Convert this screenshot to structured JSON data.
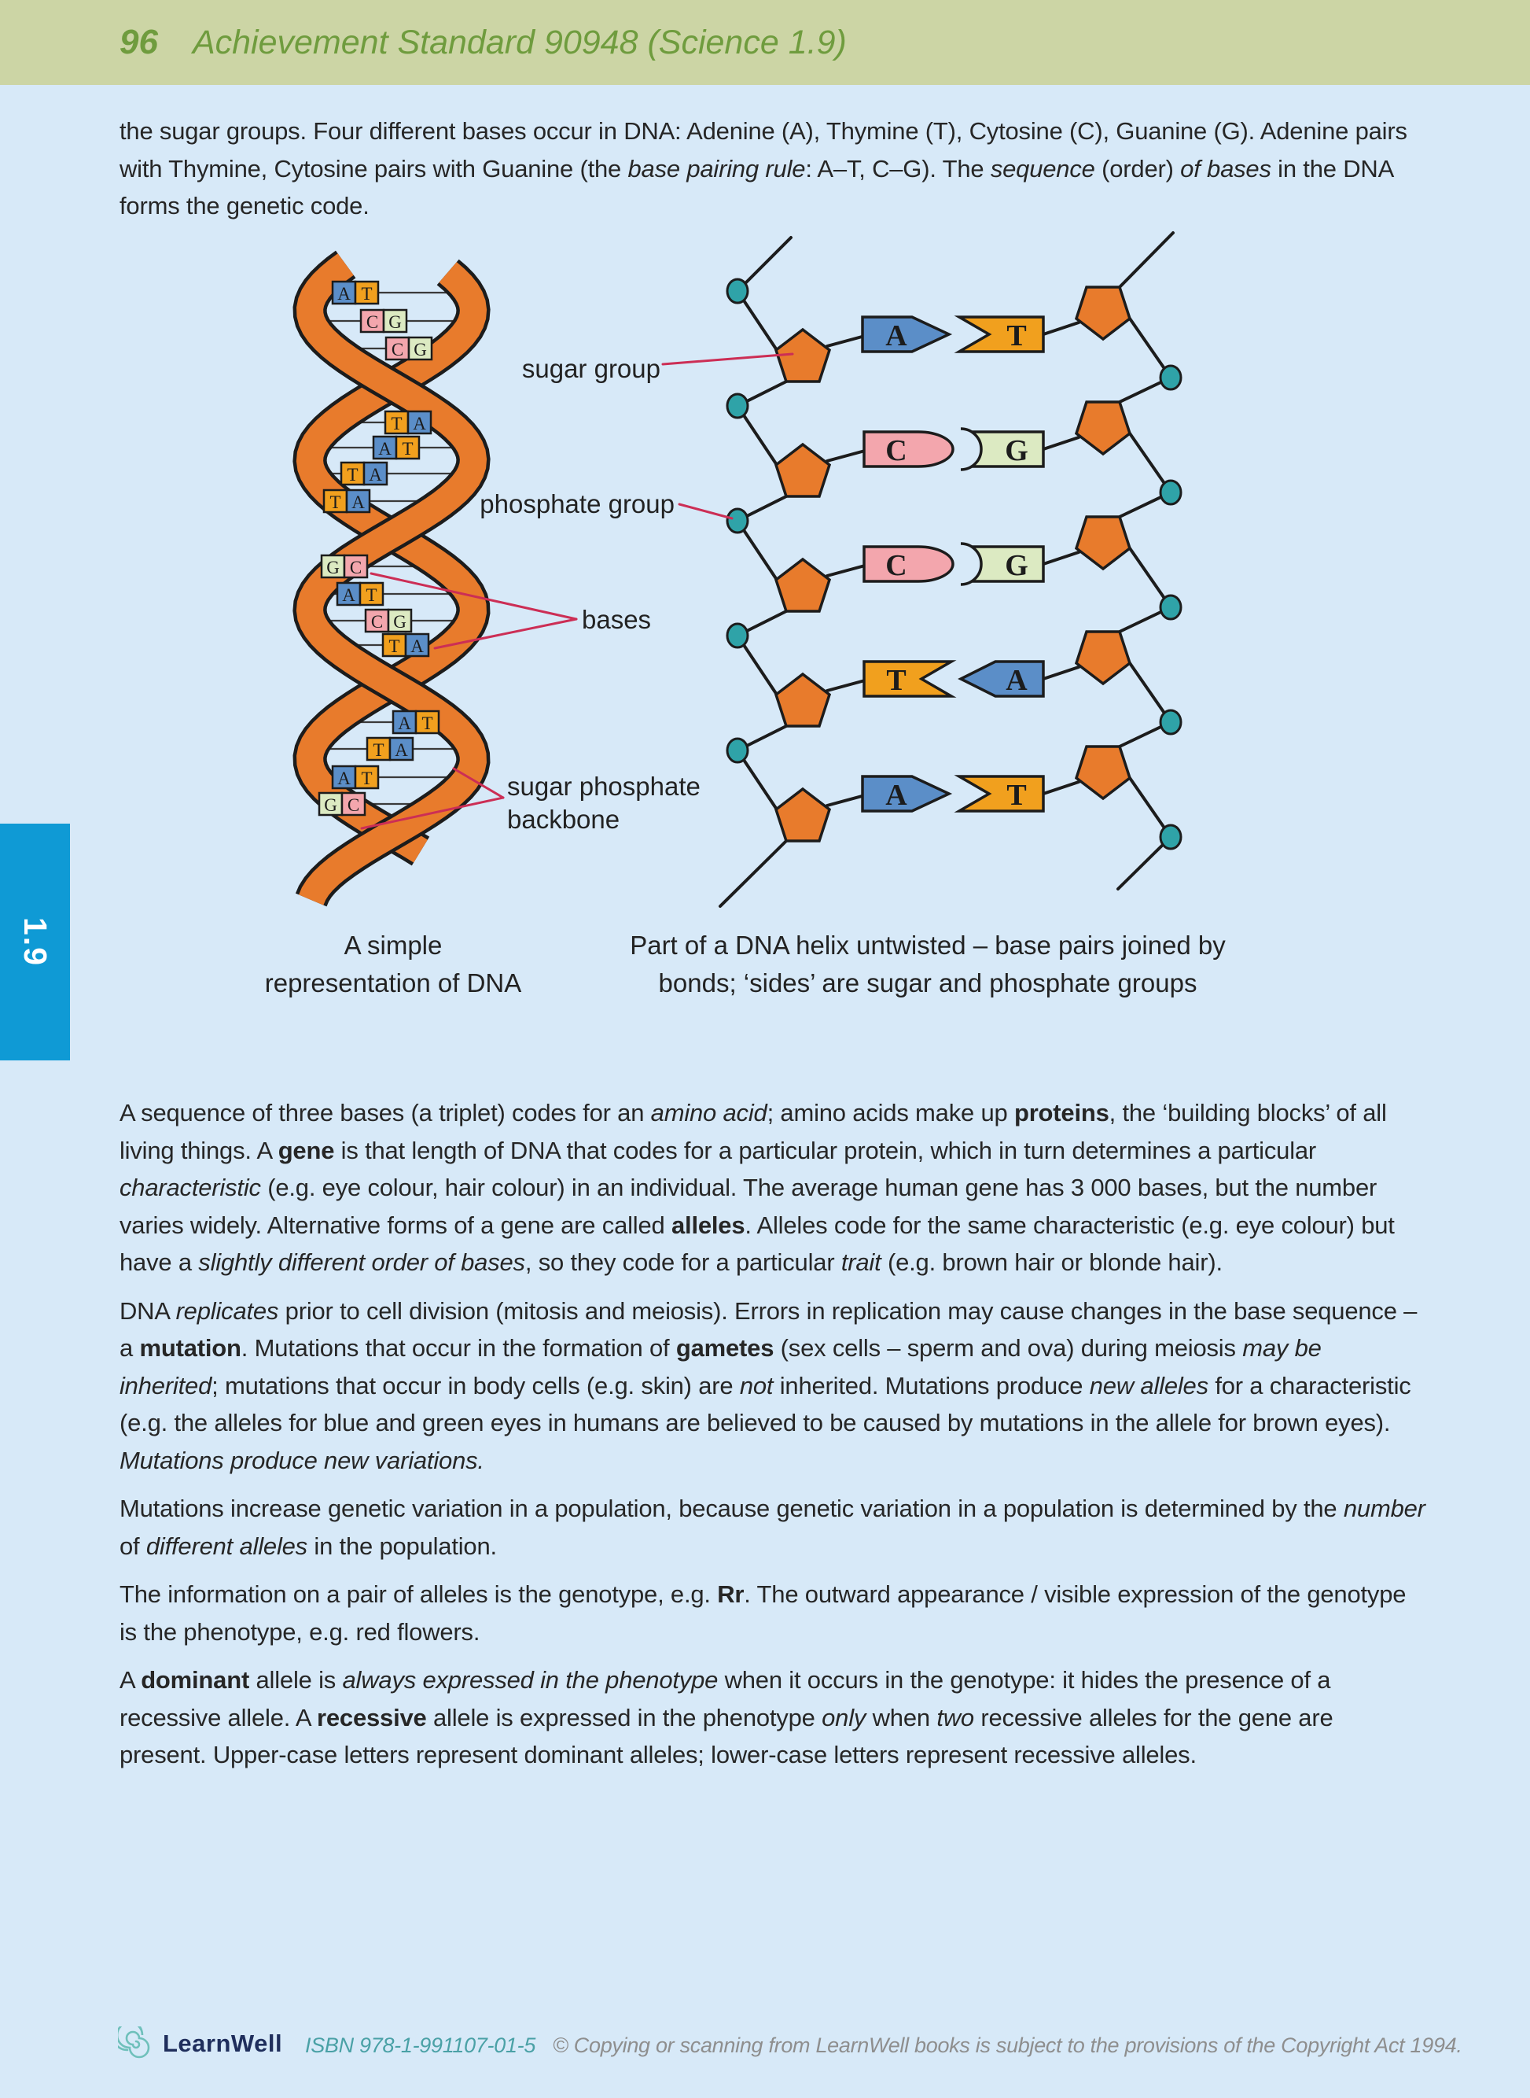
{
  "header": {
    "page_number": "96",
    "title": "Achievement Standard 90948 (Science 1.9)"
  },
  "side_tab": {
    "label": "1.9"
  },
  "intro": {
    "runs": [
      {
        "t": "the sugar groups. Four different bases occur in DNA: Adenine (A), Thymine (T), Cytosine (C), Guanine (G). Adenine pairs with Thymine, Cytosine pairs with Guanine (the "
      },
      {
        "t": "base pairing rule",
        "s": "i"
      },
      {
        "t": ": A–T, C–G). The "
      },
      {
        "t": "sequence",
        "s": "i"
      },
      {
        "t": " (order) "
      },
      {
        "t": "of bases",
        "s": "i"
      },
      {
        "t": " in the DNA forms the genetic code."
      }
    ]
  },
  "paragraphs": [
    {
      "runs": [
        {
          "t": "A sequence of three bases (a triplet) codes for an "
        },
        {
          "t": "amino acid",
          "s": "i"
        },
        {
          "t": "; amino acids make up "
        },
        {
          "t": "proteins",
          "s": "b"
        },
        {
          "t": ", the ‘building blocks’ of all living things. A "
        },
        {
          "t": "gene",
          "s": "b"
        },
        {
          "t": " is that length of DNA that codes for a particular protein, which in turn determines a particular "
        },
        {
          "t": "characteristic",
          "s": "i"
        },
        {
          "t": " (e.g. eye colour, hair colour) in an individual. The average human gene has 3 000 bases, but the number varies widely. Alternative forms of a gene are called "
        },
        {
          "t": "alleles",
          "s": "b"
        },
        {
          "t": ". Alleles code for the same characteristic (e.g. eye colour) but have a "
        },
        {
          "t": "slightly different order of bases",
          "s": "i"
        },
        {
          "t": ", so they code for a particular "
        },
        {
          "t": "trait",
          "s": "i"
        },
        {
          "t": " (e.g. brown hair or blonde hair)."
        }
      ]
    },
    {
      "runs": [
        {
          "t": "DNA "
        },
        {
          "t": "replicates",
          "s": "i"
        },
        {
          "t": " prior to cell division (mitosis and meiosis). Errors in replication may cause changes in the base sequence – a "
        },
        {
          "t": "mutation",
          "s": "b"
        },
        {
          "t": ". Mutations that occur in the formation of "
        },
        {
          "t": "gametes",
          "s": "b"
        },
        {
          "t": " (sex cells – sperm and ova) during meiosis "
        },
        {
          "t": "may be inherited",
          "s": "i"
        },
        {
          "t": "; mutations that occur in body cells (e.g. skin) are "
        },
        {
          "t": "not",
          "s": "i"
        },
        {
          "t": " inherited. Mutations produce "
        },
        {
          "t": "new alleles",
          "s": "i"
        },
        {
          "t": " for a characteristic (e.g. the alleles for blue and green eyes in humans are believed to be caused by mutations in the allele for brown eyes). "
        },
        {
          "t": "Mutations produce new variations.",
          "s": "i"
        }
      ]
    },
    {
      "runs": [
        {
          "t": "Mutations increase genetic variation in a population, because genetic variation in a population is determined by the "
        },
        {
          "t": "number",
          "s": "i"
        },
        {
          "t": " of "
        },
        {
          "t": "different alleles",
          "s": "i"
        },
        {
          "t": " in the population."
        }
      ]
    },
    {
      "runs": [
        {
          "t": "The information on a pair of alleles is the genotype, e.g. "
        },
        {
          "t": "Rr",
          "s": "b"
        },
        {
          "t": ". The outward appearance / visible expression of the genotype is the phenotype, e.g. red flowers."
        }
      ]
    },
    {
      "runs": [
        {
          "t": "A "
        },
        {
          "t": "dominant",
          "s": "b"
        },
        {
          "t": " allele is "
        },
        {
          "t": "always expressed in the phenotype",
          "s": "i"
        },
        {
          "t": " when it occurs in the genotype: it hides the presence of a recessive allele. A "
        },
        {
          "t": "recessive",
          "s": "b"
        },
        {
          "t": " allele is expressed in the phenotype "
        },
        {
          "t": "only",
          "s": "i"
        },
        {
          "t": " when "
        },
        {
          "t": "two",
          "s": "i"
        },
        {
          "t": " recessive alleles for the gene are present. Upper-case letters represent dominant alleles; lower-case letters represent recessive alleles."
        }
      ]
    }
  ],
  "diagram": {
    "labels": {
      "sugar_group": "sugar group",
      "phosphate_group": "phosphate group",
      "bases": "bases",
      "backbone_line1": "sugar phosphate",
      "backbone_line2": "backbone"
    },
    "captions": {
      "left_line1": "A simple",
      "left_line2": "representation of DNA",
      "right_line1": "Part of a DNA helix untwisted – base pairs joined by",
      "right_line2": "bonds; ‘sides’ are sugar and phosphate groups"
    },
    "helix_pairs": [
      {
        "l": "A",
        "r": "T"
      },
      {
        "l": "C",
        "r": "G"
      },
      {
        "l": "C",
        "r": "G"
      },
      {
        "l": "T",
        "r": "A"
      },
      {
        "l": "A",
        "r": "T"
      },
      {
        "l": "T",
        "r": "A"
      },
      {
        "l": "T",
        "r": "A"
      },
      {
        "l": "G",
        "r": "C"
      },
      {
        "l": "A",
        "r": "T"
      },
      {
        "l": "C",
        "r": "G"
      },
      {
        "l": "T",
        "r": "A"
      },
      {
        "l": "A",
        "r": "T"
      },
      {
        "l": "T",
        "r": "A"
      },
      {
        "l": "A",
        "r": "T"
      },
      {
        "l": "G",
        "r": "C"
      }
    ],
    "untwisted_rows": [
      {
        "left": "A",
        "right": "T",
        "type": "at"
      },
      {
        "left": "C",
        "right": "G",
        "type": "cg"
      },
      {
        "left": "C",
        "right": "G",
        "type": "cg"
      },
      {
        "left": "T",
        "right": "A",
        "type": "ta"
      },
      {
        "left": "A",
        "right": "T",
        "type": "at"
      }
    ],
    "base_colors": {
      "A": "#5b8ec8",
      "T": "#f1a01e",
      "C": "#f3a6ad",
      "G": "#dceac2"
    },
    "colors": {
      "ribbon": "#e87b2c",
      "phosphate": "#2fa3a8",
      "outline": "#1c1c1c",
      "pointer": "#cc2e55",
      "bg": "#d7e9f8"
    }
  },
  "footer": {
    "brand": "LearnWell",
    "isbn": "ISBN 978-1-991107-01-5",
    "copyright": "© Copying or scanning from LearnWell books is subject to the provisions of the Copyright Act 1994."
  }
}
